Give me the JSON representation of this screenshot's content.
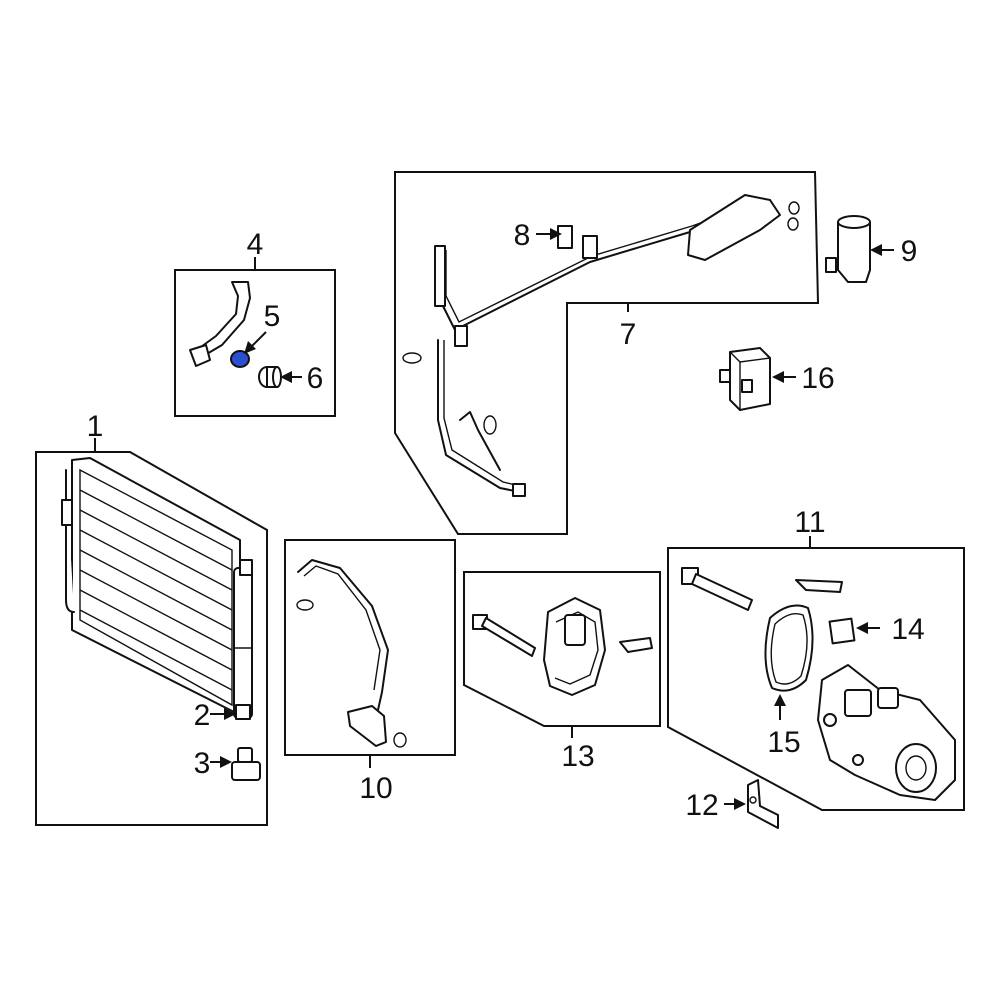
{
  "diagram": {
    "callouts": [
      {
        "id": "1",
        "label": "1"
      },
      {
        "id": "2",
        "label": "2"
      },
      {
        "id": "3",
        "label": "3"
      },
      {
        "id": "4",
        "label": "4"
      },
      {
        "id": "5",
        "label": "5"
      },
      {
        "id": "6",
        "label": "6"
      },
      {
        "id": "7",
        "label": "7"
      },
      {
        "id": "8",
        "label": "8"
      },
      {
        "id": "9",
        "label": "9"
      },
      {
        "id": "10",
        "label": "10"
      },
      {
        "id": "11",
        "label": "11"
      },
      {
        "id": "12",
        "label": "12"
      },
      {
        "id": "13",
        "label": "13"
      },
      {
        "id": "14",
        "label": "14"
      },
      {
        "id": "15",
        "label": "15"
      },
      {
        "id": "16",
        "label": "16"
      }
    ],
    "colors": {
      "line": "#111111",
      "background": "#ffffff",
      "highlight": "#2a4fd0"
    }
  }
}
